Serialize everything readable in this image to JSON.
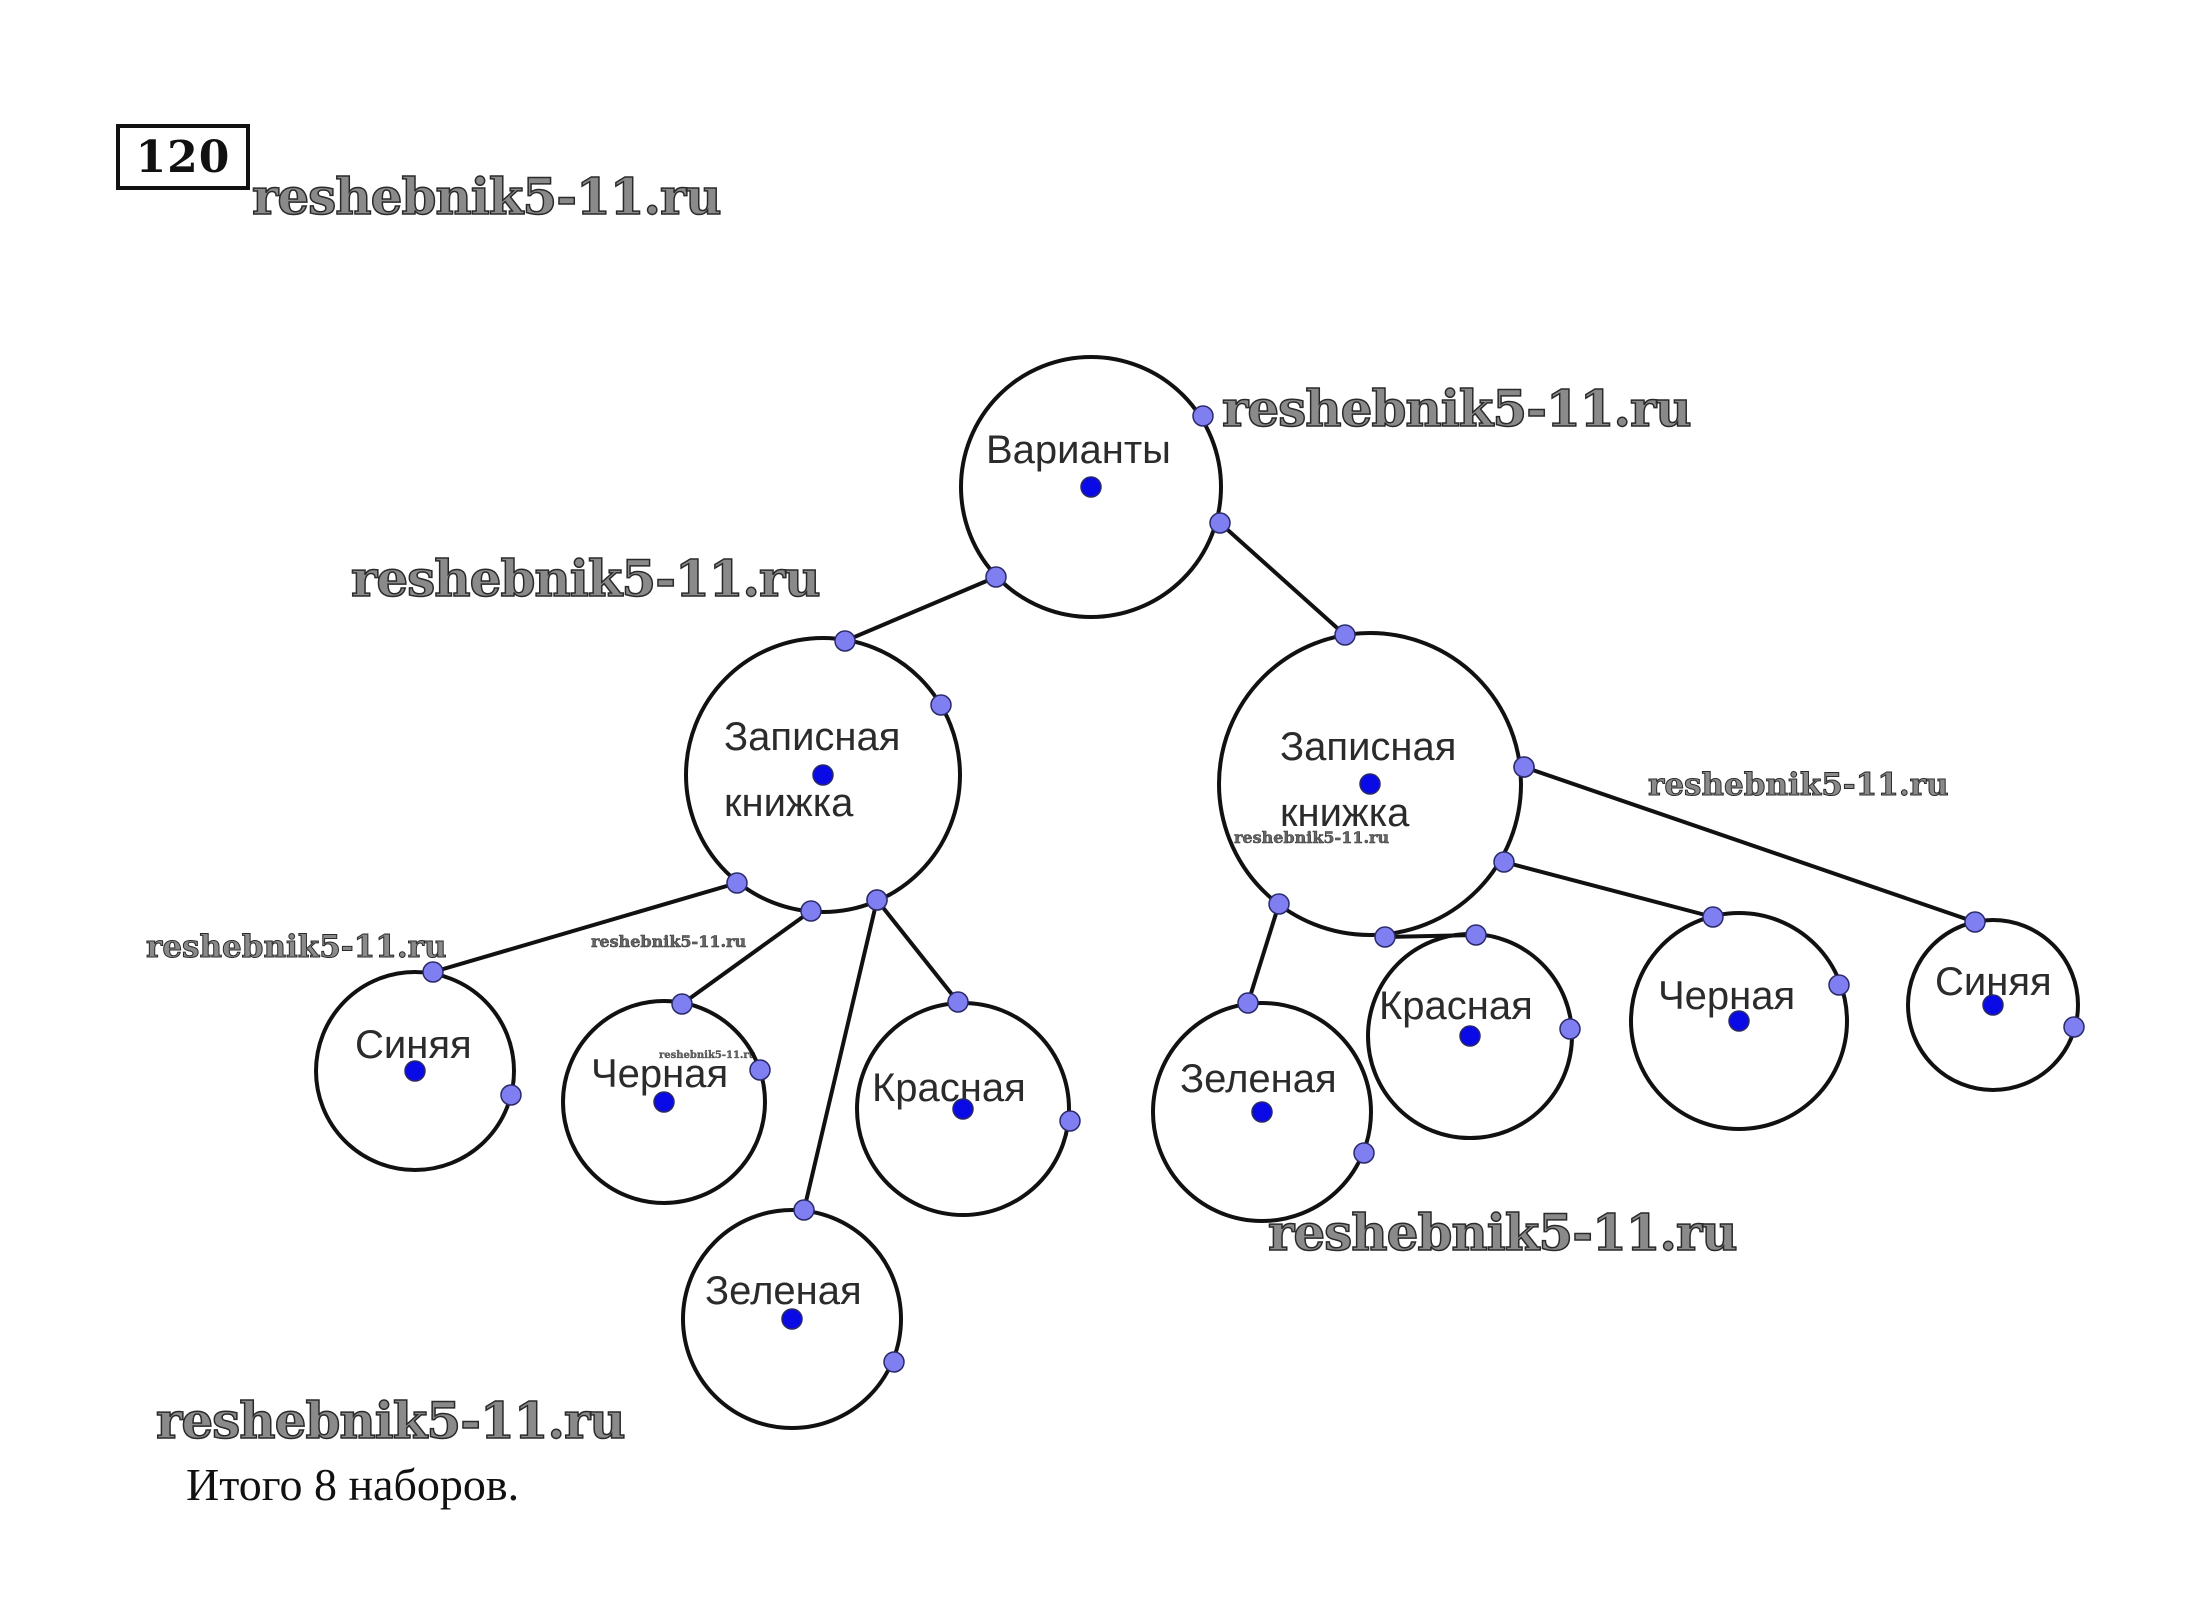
{
  "problem_number": "120",
  "watermark_text": "reshebnik5-11.ru",
  "total_text": "Итого 8 наборов.",
  "colors": {
    "edge": "#111111",
    "center_point": "#0a0ae6",
    "attach_point": "#7f7ff2",
    "label": "#2b2b2b"
  },
  "tree": {
    "root": {
      "label": "Варианты"
    },
    "branches": [
      {
        "label": [
          "Записная",
          "книжка"
        ],
        "children": [
          "Синяя",
          "Черная",
          "Красная",
          "Зеленая"
        ]
      },
      {
        "label": [
          "Записная",
          "книжка"
        ],
        "children": [
          "Зеленая",
          "Красная",
          "Черная",
          "Синяя"
        ]
      }
    ],
    "leaf_count": 8
  }
}
